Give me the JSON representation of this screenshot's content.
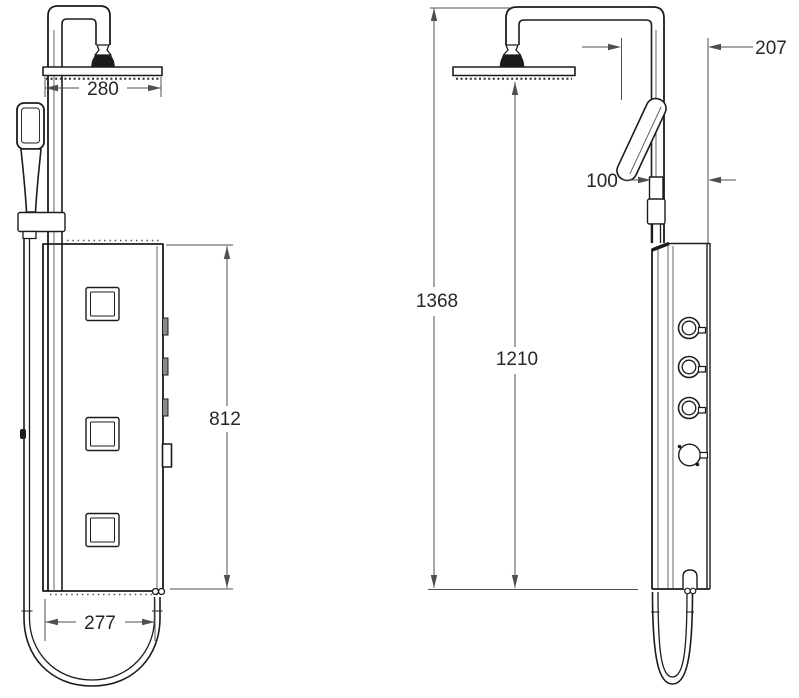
{
  "drawing": {
    "type": "technical-dimension-drawing",
    "subject": "shower-column-panel",
    "colors": {
      "background": "#ffffff",
      "outline": "#1c1c1c",
      "dimension": "#4f4f4f",
      "text": "#262626"
    },
    "views": {
      "front": {
        "name": "front-view"
      },
      "side": {
        "name": "side-view"
      }
    },
    "dimensions": {
      "head_width": "280",
      "panel_height": "812",
      "base_width": "277",
      "overall_height": "1368",
      "head_clearance_height": "1210",
      "hand_shower_projection": "207",
      "pipe_projection": "100"
    }
  }
}
